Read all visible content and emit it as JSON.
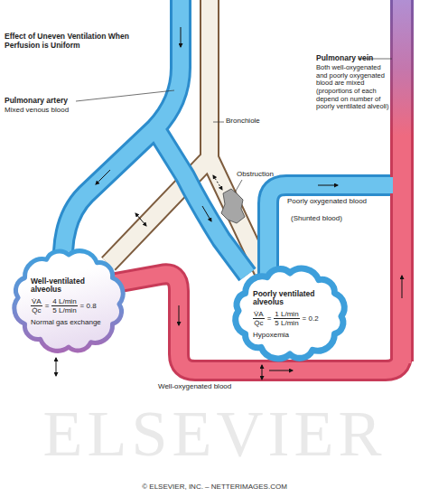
{
  "diagram": {
    "title": "Effect of Uneven Ventilation When Perfusion is Uniform",
    "nodes": [
      {
        "text": [
          "Well-ventilated alveolus",
          "V̇A",
          "Q̇c",
          "=",
          "4 L/min",
          "5 L/min",
          "= 0.8",
          "Normal gas exchange"
        ]
      },
      {
        "text": [
          "Poorly ventilated alveolus",
          "V̇A",
          "Q̇c",
          "=",
          "1 L/min",
          "5 L/min",
          "= 0.2",
          "Hypoxemia"
        ]
      }
    ],
    "labels": [
      "Pulmonary artery",
      "Mixed venous blood",
      "Bronchiole",
      "Obstruction",
      "Pulmonary vein",
      "Both well-oxygenated and poorly oxygenated blood are mixed (proportions of each depend on number of poorly ventilated alveoli)",
      "Poorly oxygenated blood",
      "(Shunted blood)",
      "Well-oxygenated blood",
      "ELSEVIER",
      "© ELSEVIER, INC. – NETTERIMAGES.COM"
    ]
  }
}
